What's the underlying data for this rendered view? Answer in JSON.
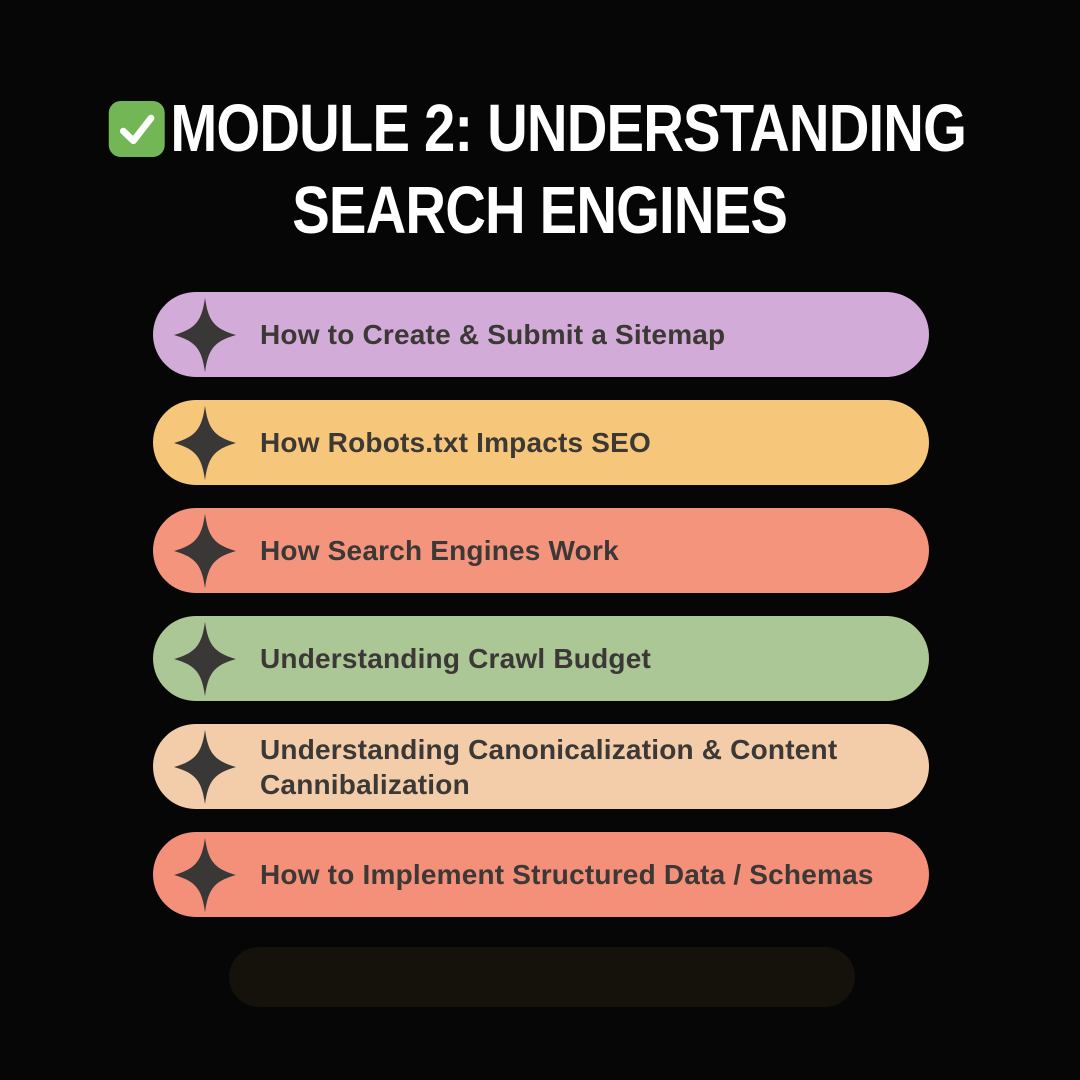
{
  "page": {
    "background_color": "#060606"
  },
  "header": {
    "check_icon": "green-check-mark",
    "check_bg_color": "#72b656",
    "check_mark_color": "#ffffff",
    "title_line1": "MODULE 2: UNDERSTANDING",
    "title_line2": "SEARCH ENGINES",
    "title_color": "#ffffff"
  },
  "list": {
    "item_icon": "four-pointed-sparkle",
    "icon_color": "#3a3837",
    "text_color": "#3b3836",
    "items": [
      {
        "label": "How to Create & Submit a Sitemap",
        "color": "#d2abd8"
      },
      {
        "label": "How Robots.txt Impacts SEO",
        "color": "#f6c77b"
      },
      {
        "label": "How Search Engines Work",
        "color": "#f5947d"
      },
      {
        "label": "Understanding Crawl Budget",
        "color": "#aac795"
      },
      {
        "label": "Understanding Canonicalization & Content Cannibalization",
        "color": "#f3cda9"
      },
      {
        "label": "How to Implement Structured Data / Schemas",
        "color": "#f4907a"
      }
    ]
  }
}
